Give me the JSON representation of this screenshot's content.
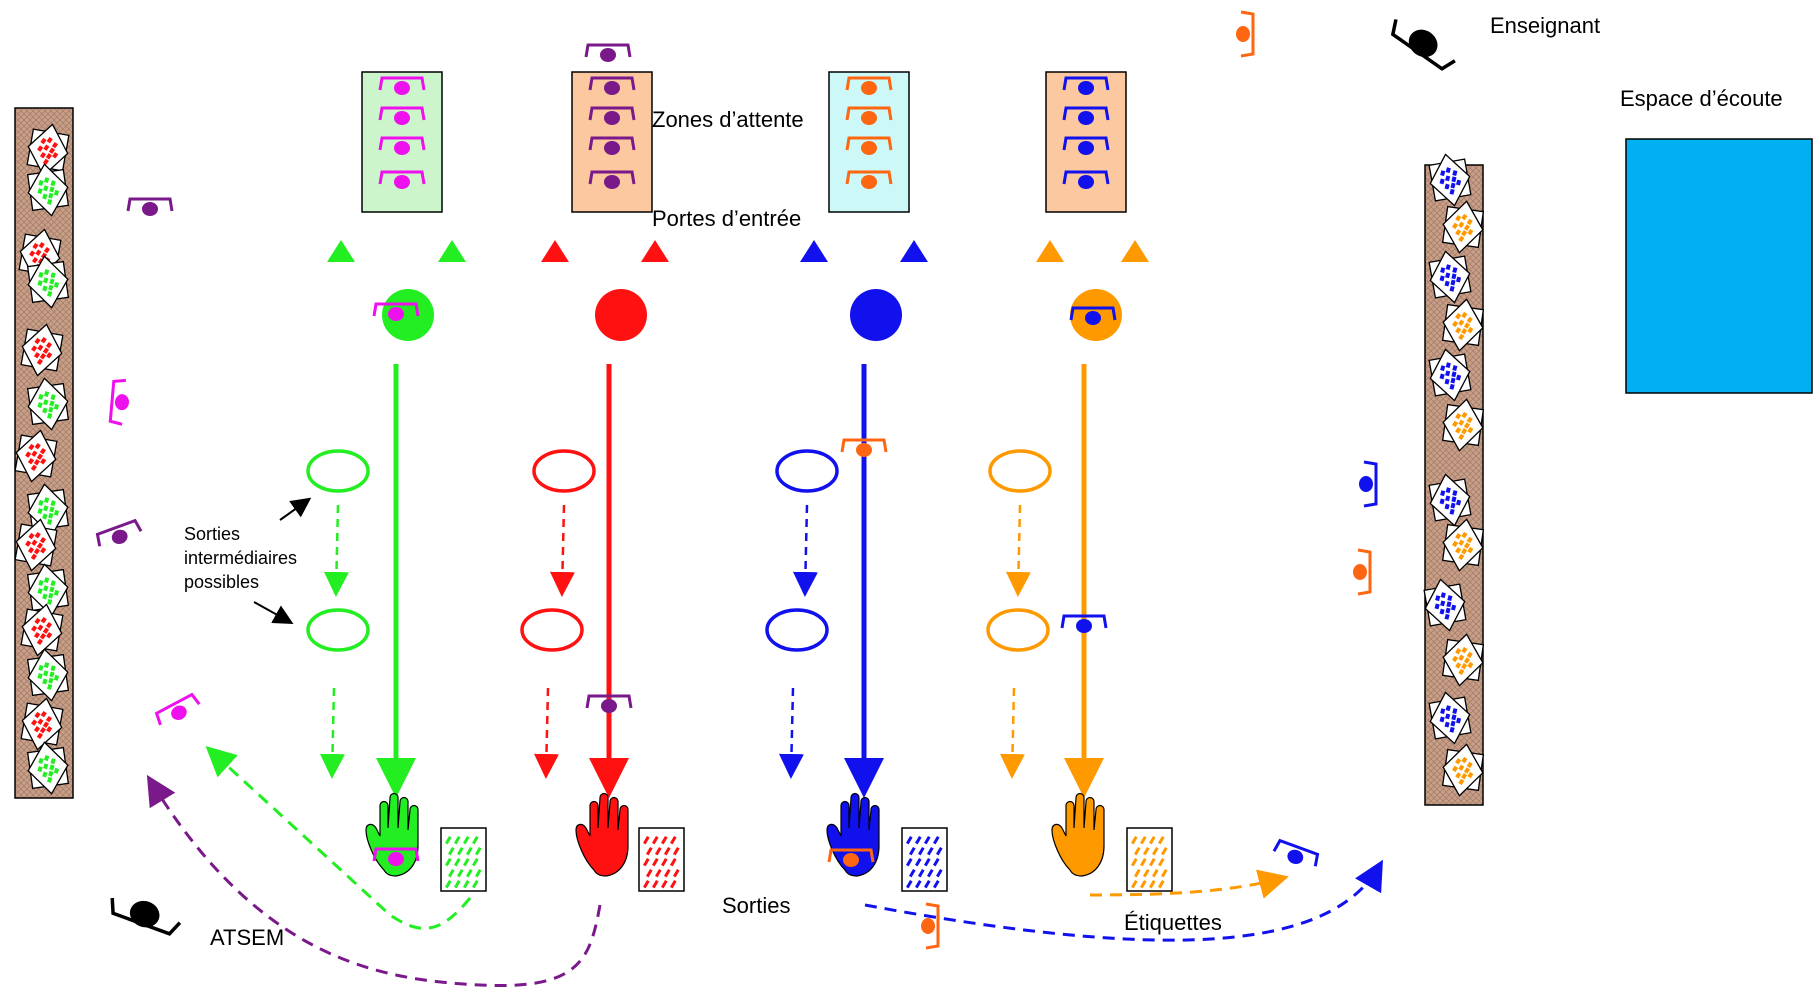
{
  "labels": {
    "teacher": "Enseignant",
    "listening_space": "Espace d’écoute",
    "waiting_zones": "Zones d’attente",
    "entry_doors": "Portes d’entrée",
    "intermediate_exits": "Sorties\nintermédiaires\npossibles",
    "exits": "Sorties",
    "labels_tag": "Étiquettes",
    "atsem": "ATSEM"
  },
  "colors": {
    "green": "#22ee22",
    "red": "#ff1111",
    "blue": "#1111ee",
    "orange": "#ff9900",
    "magenta": "#ee11ee",
    "purple": "#7a1a8a",
    "dark_orange": "#ff6611",
    "cyan_area": "#00b0f0",
    "shelf": "#c8a08a",
    "zone_green_bg": "#ccf5cc",
    "zone_peach_bg": "#fbc8a0",
    "zone_cyan_bg": "#ccf8f8"
  },
  "lanes": [
    {
      "name": "green-lane",
      "color": "green",
      "zone_bg": "zone_green_bg",
      "zone_child_color": "magenta"
    },
    {
      "name": "red-lane",
      "color": "red",
      "zone_bg": "zone_peach_bg",
      "zone_child_color": "purple"
    },
    {
      "name": "blue-lane",
      "color": "blue",
      "zone_bg": "zone_cyan_bg",
      "zone_child_color": "dark_orange"
    },
    {
      "name": "orange-lane",
      "color": "orange",
      "zone_bg": "zone_peach_bg",
      "zone_child_color": "blue"
    }
  ],
  "icons": {
    "waiting_child": "child-topview-icon",
    "entry_door": "triangle-door-icon",
    "start_disc": "disc-icon",
    "hand": "hand-icon",
    "label_card": "label-card-icon",
    "puzzle": "puzzle-card-icon",
    "adult": "adult-topview-icon"
  }
}
